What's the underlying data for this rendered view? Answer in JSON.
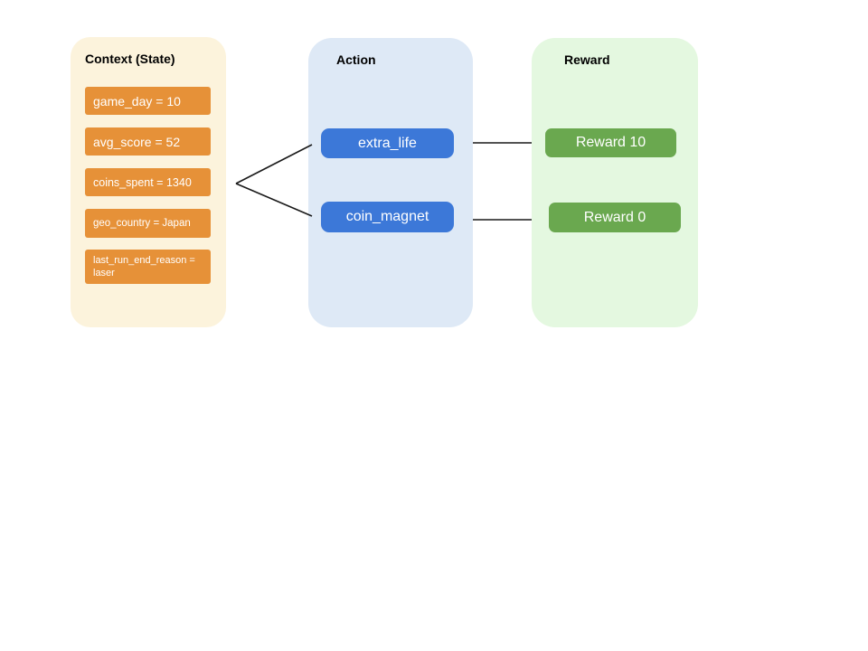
{
  "context": {
    "title": "Context (State)",
    "items": [
      "game_day = 10",
      "avg_score = 52",
      "coins_spent = 1340",
      "geo_country = Japan",
      "last_run_end_reason = laser"
    ]
  },
  "action": {
    "title": "Action",
    "items": [
      "extra_life",
      "coin_magnet"
    ]
  },
  "reward": {
    "title": "Reward",
    "items": [
      "Reward 10",
      "Reward 0"
    ]
  },
  "colors": {
    "context_panel_bg": "#FCF3DC",
    "context_item_bg": "#E69138",
    "action_panel_bg": "#DEE9F6",
    "action_item_bg": "#3C78D8",
    "reward_panel_bg": "#E4F8E0",
    "reward_item_bg": "#6AA84F",
    "item_text": "#FFFFFF",
    "heading_text": "#000000",
    "connector_line": "#1A1A1A",
    "canvas_bg": "#FFFFFF"
  }
}
